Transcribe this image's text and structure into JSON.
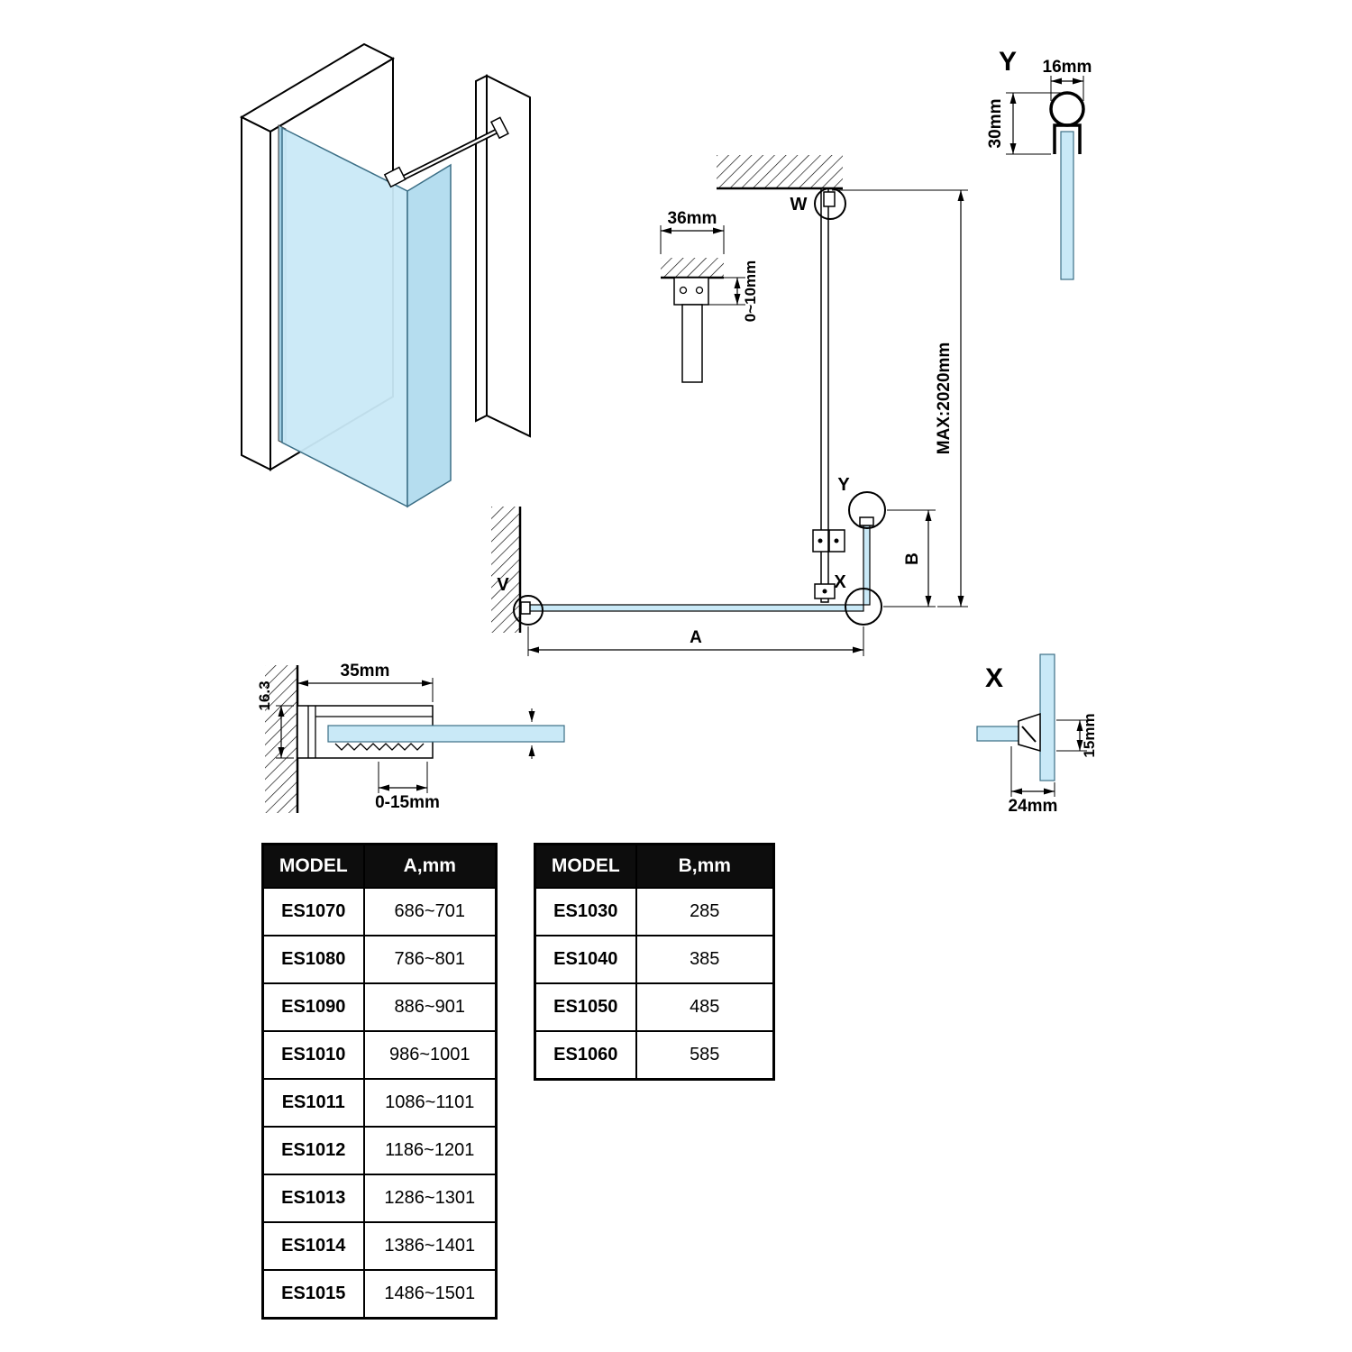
{
  "colors": {
    "glass": "#c9e9f7",
    "glass_dark": "#b5ddef",
    "header_bg": "#0d0d0d",
    "header_fg": "#ffffff"
  },
  "plan": {
    "point_w": "W",
    "point_v": "V",
    "point_x": "X",
    "point_y": "Y",
    "dim_a": "A",
    "dim_b": "B",
    "dim_max": "MAX:2020mm",
    "dim_36": "36mm",
    "dim_0_10": "0~10mm"
  },
  "detail_y": {
    "title": "Y",
    "dim_16": "16mm",
    "dim_30": "30mm"
  },
  "detail_x": {
    "title": "X",
    "dim_15": "15mm",
    "dim_24": "24mm"
  },
  "section": {
    "dim_16_3": "16.3",
    "dim_35": "35mm",
    "dim_0_15": "0-15mm"
  },
  "table_a": {
    "headers": [
      "MODEL",
      "A,mm"
    ],
    "rows": [
      [
        "ES1070",
        "686~701"
      ],
      [
        "ES1080",
        "786~801"
      ],
      [
        "ES1090",
        "886~901"
      ],
      [
        "ES1010",
        "986~1001"
      ],
      [
        "ES1011",
        "1086~1101"
      ],
      [
        "ES1012",
        "1186~1201"
      ],
      [
        "ES1013",
        "1286~1301"
      ],
      [
        "ES1014",
        "1386~1401"
      ],
      [
        "ES1015",
        "1486~1501"
      ]
    ]
  },
  "table_b": {
    "headers": [
      "MODEL",
      "B,mm"
    ],
    "rows": [
      [
        "ES1030",
        "285"
      ],
      [
        "ES1040",
        "385"
      ],
      [
        "ES1050",
        "485"
      ],
      [
        "ES1060",
        "585"
      ]
    ]
  }
}
